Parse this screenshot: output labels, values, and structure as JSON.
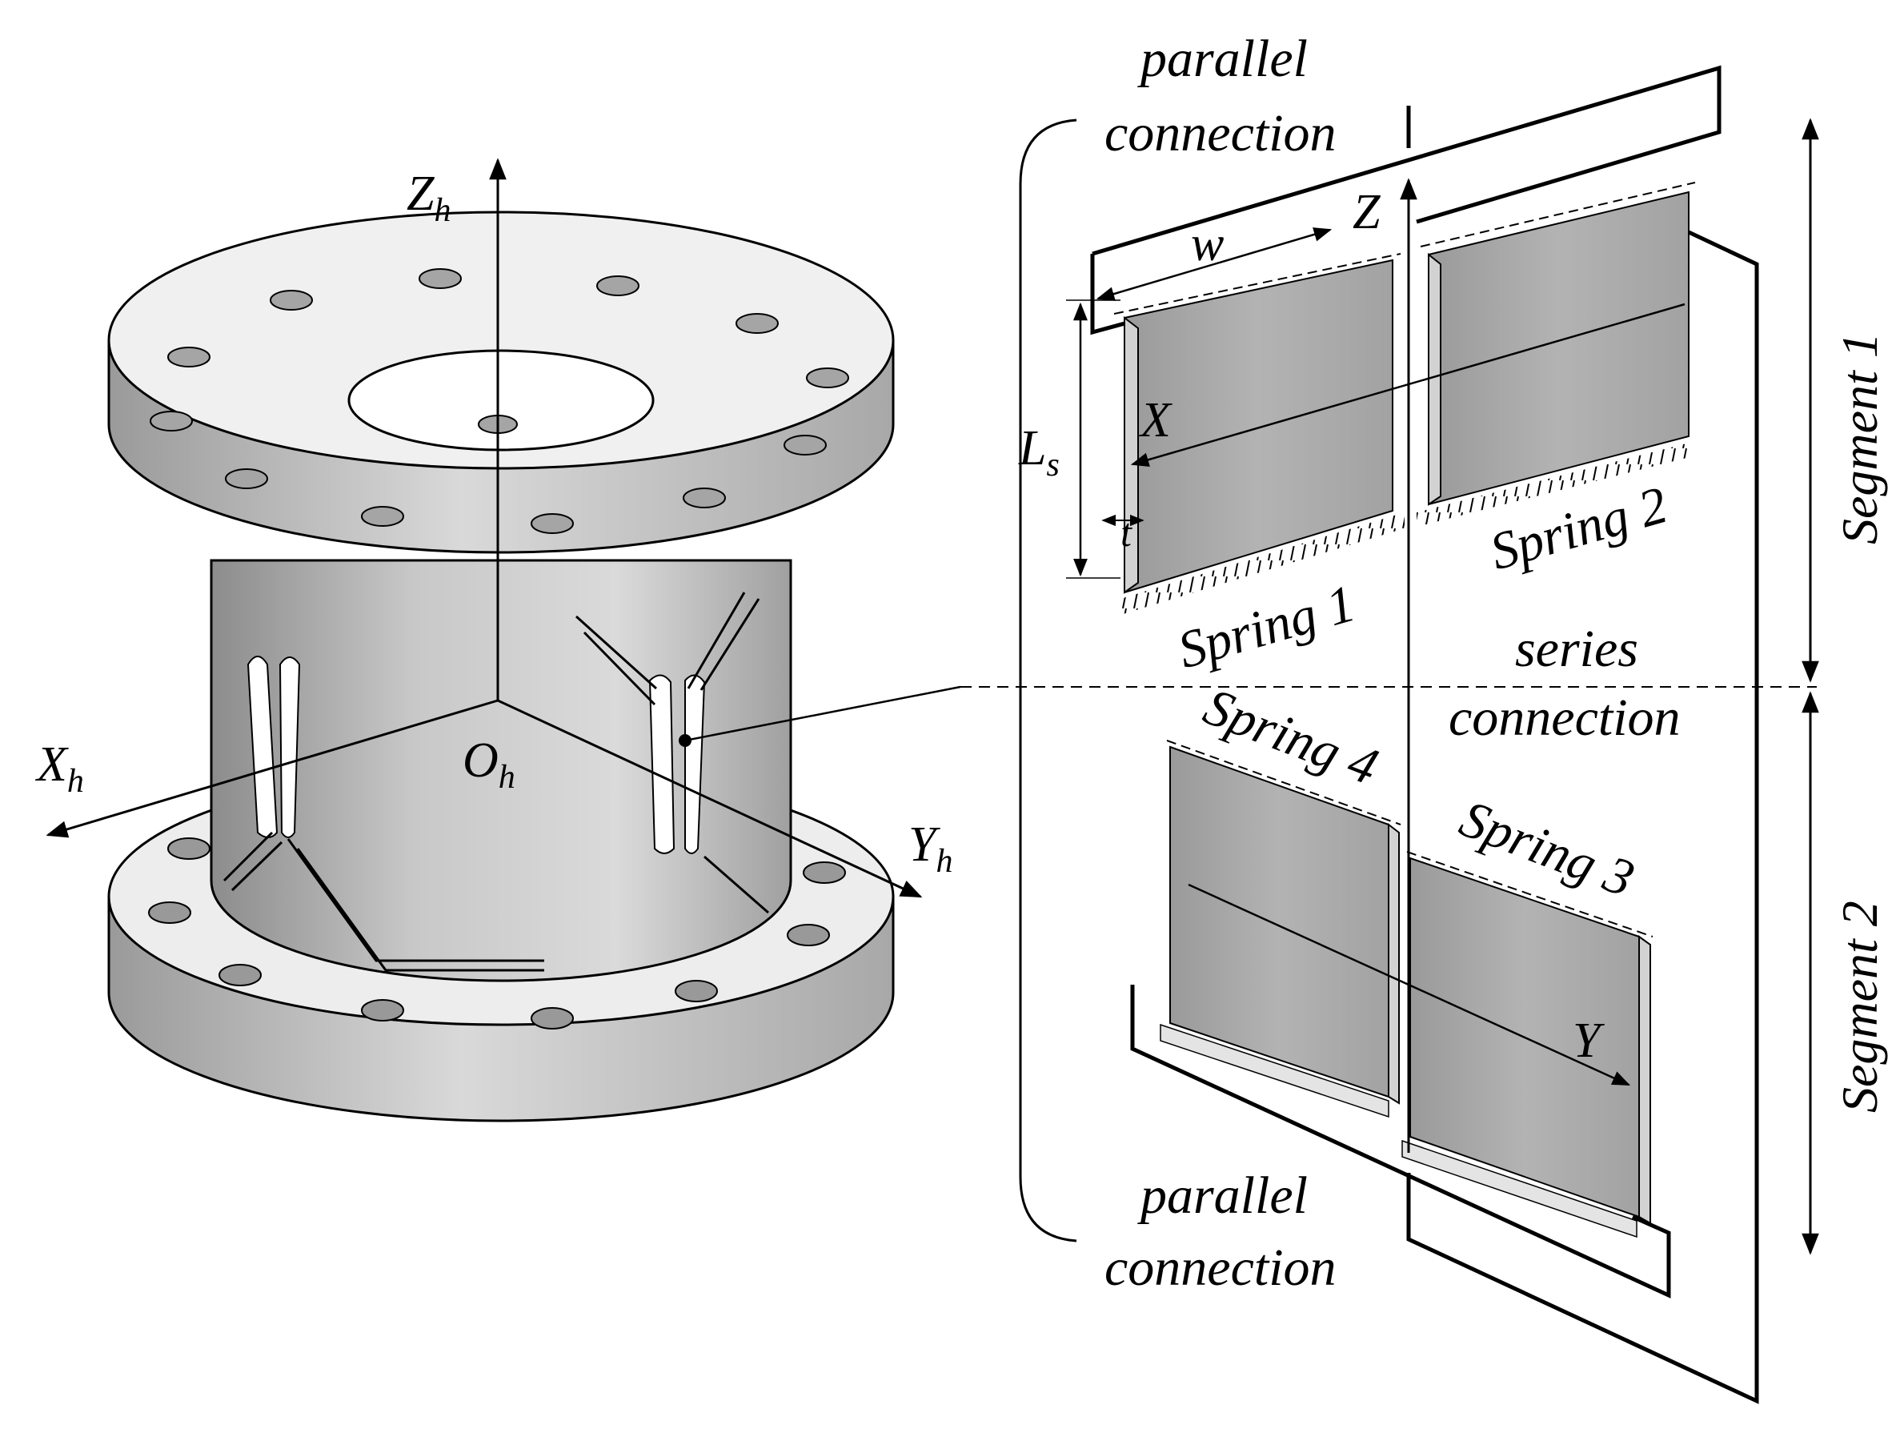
{
  "labels": {
    "Zh_main": "Z",
    "Zh_sub": "h",
    "Xh_main": "X",
    "Xh_sub": "h",
    "Yh_main": "Y",
    "Yh_sub": "h",
    "Oh_main": "O",
    "Oh_sub": "h",
    "parallel_top_1": "parallel",
    "parallel_top_2": "connection",
    "parallel_bottom_1": "parallel",
    "parallel_bottom_2": "connection",
    "series_1": "series",
    "series_2": "connection",
    "w": "w",
    "Ls_main": "L",
    "Ls_sub": "s",
    "t": "t",
    "X": "X",
    "Y": "Y",
    "Z": "Z",
    "spring1": "Spring 1",
    "spring2": "Spring 2",
    "spring3": "Spring 3",
    "spring4": "Spring 4",
    "segment1": "Segment 1",
    "segment2": "Segment 2"
  },
  "colors": {
    "ink": "#000000",
    "metal_light": "#e6e6e6",
    "metal_mid": "#bdbdbd",
    "metal_dark": "#8f8f8f",
    "spring_face": "#a9a9a9"
  }
}
